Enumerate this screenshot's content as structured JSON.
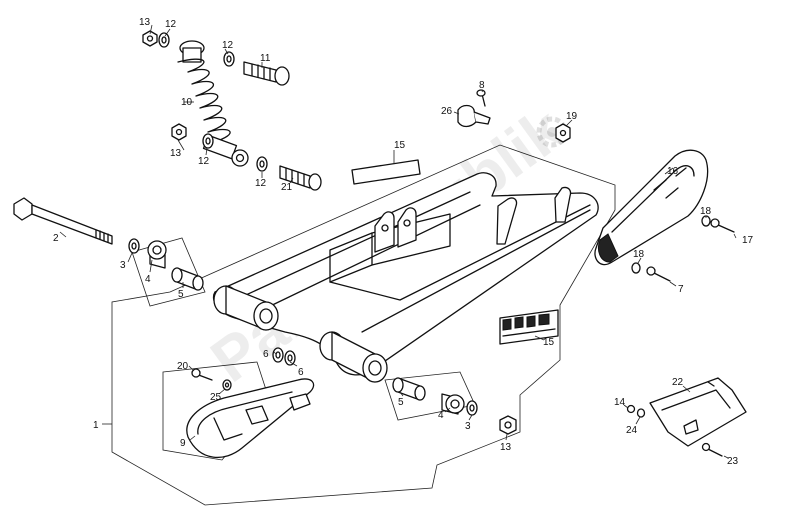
{
  "watermark": {
    "text": "PartsRepublik"
  },
  "callouts": [
    {
      "id": "c13a",
      "text": "13"
    },
    {
      "id": "c12a",
      "text": "12"
    },
    {
      "id": "c12b",
      "text": "12"
    },
    {
      "id": "c11",
      "text": "11"
    },
    {
      "id": "c10",
      "text": "10"
    },
    {
      "id": "c13b",
      "text": "13"
    },
    {
      "id": "c12c",
      "text": "12"
    },
    {
      "id": "c12d",
      "text": "12"
    },
    {
      "id": "c21",
      "text": "21"
    },
    {
      "id": "c8",
      "text": "8"
    },
    {
      "id": "c26",
      "text": "26"
    },
    {
      "id": "c19",
      "text": "19"
    },
    {
      "id": "c15a",
      "text": "15"
    },
    {
      "id": "c16",
      "text": "16"
    },
    {
      "id": "c18a",
      "text": "18"
    },
    {
      "id": "c17",
      "text": "17"
    },
    {
      "id": "c18b",
      "text": "18"
    },
    {
      "id": "c7",
      "text": "7"
    },
    {
      "id": "c2",
      "text": "2"
    },
    {
      "id": "c3a",
      "text": "3"
    },
    {
      "id": "c4a",
      "text": "4"
    },
    {
      "id": "c5a",
      "text": "5"
    },
    {
      "id": "c15b",
      "text": "15"
    },
    {
      "id": "c6a",
      "text": "6"
    },
    {
      "id": "c6b",
      "text": "6"
    },
    {
      "id": "c20",
      "text": "20"
    },
    {
      "id": "c25",
      "text": "25"
    },
    {
      "id": "c1",
      "text": "1"
    },
    {
      "id": "c9",
      "text": "9"
    },
    {
      "id": "c5b",
      "text": "5"
    },
    {
      "id": "c4b",
      "text": "4"
    },
    {
      "id": "c3b",
      "text": "3"
    },
    {
      "id": "c13c",
      "text": "13"
    },
    {
      "id": "c22",
      "text": "22"
    },
    {
      "id": "c14",
      "text": "14"
    },
    {
      "id": "c24",
      "text": "24"
    },
    {
      "id": "c23",
      "text": "23"
    }
  ]
}
